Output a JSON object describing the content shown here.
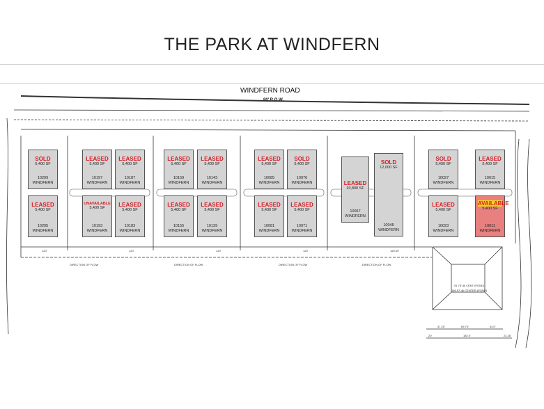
{
  "title": "THE PARK AT WINDFERN",
  "road": {
    "name": "WINDFERN ROAD",
    "row": "80' R.O.W."
  },
  "street": "WINDFERN",
  "buildings": [
    {
      "status": "SOLD",
      "sf": "5,400 SF",
      "number": "10209"
    },
    {
      "status": "LEASED",
      "sf": "5,400 SF",
      "number": "10205"
    },
    {
      "status": "LEASED",
      "sf": "5,400 SF",
      "number": "10197"
    },
    {
      "status": "UNAVAILABLE",
      "sf": "5,400 SF",
      "number": "10193"
    },
    {
      "status": "LEASED",
      "sf": "5,400 SF",
      "number": "10187"
    },
    {
      "status": "LEASED",
      "sf": "5,400 SF",
      "number": "10183"
    },
    {
      "status": "LEASED",
      "sf": "5,400 SF",
      "number": "10159"
    },
    {
      "status": "LEASED",
      "sf": "5,400 SF",
      "number": "10155"
    },
    {
      "status": "LEASED",
      "sf": "5,400 SF",
      "number": "10143"
    },
    {
      "status": "LEASED",
      "sf": "5,400 SF",
      "number": "10139"
    },
    {
      "status": "LEASED",
      "sf": "5,400 SF",
      "number": "10085"
    },
    {
      "status": "LEASED",
      "sf": "5,400 SF",
      "number": "10081"
    },
    {
      "status": "SOLD",
      "sf": "5,400 SF",
      "number": "10076"
    },
    {
      "status": "LEASED",
      "sf": "5,400 SF",
      "number": "10071"
    },
    {
      "status": "LEASED",
      "sf": "10,800 SF",
      "number": "10067"
    },
    {
      "status": "SOLD",
      "sf": "12,000 SF",
      "number": "10045"
    },
    {
      "status": "SOLD",
      "sf": "5,400 SF",
      "number": "10027"
    },
    {
      "status": "LEASED",
      "sf": "5,400 SF",
      "number": "10023"
    },
    {
      "status": "LEASED",
      "sf": "5,400 SF",
      "number": "10015"
    },
    {
      "status": "AVAILABLE",
      "sf": "5,400 SF",
      "number": "10011"
    }
  ],
  "flow_label": "DIRECTION OF FLOW",
  "dims": {
    "lot": "120'",
    "lot_last": "150.49'",
    "pond_a": "47.25'",
    "pond_b": "89.75'",
    "pond_c": "44.0'",
    "pond_total": "182.0'",
    "pond_left": "20'",
    "pond_right": "22.28'"
  },
  "pond": {
    "cent": "91.78' @ CENT (POND)",
    "center": "166.97' @ CENTER (POND)"
  },
  "colors": {
    "sold_leased": "#d81c24",
    "available_fill": "#e88080",
    "available_tag": "#f3d11c",
    "building": "#d4d4d4"
  }
}
